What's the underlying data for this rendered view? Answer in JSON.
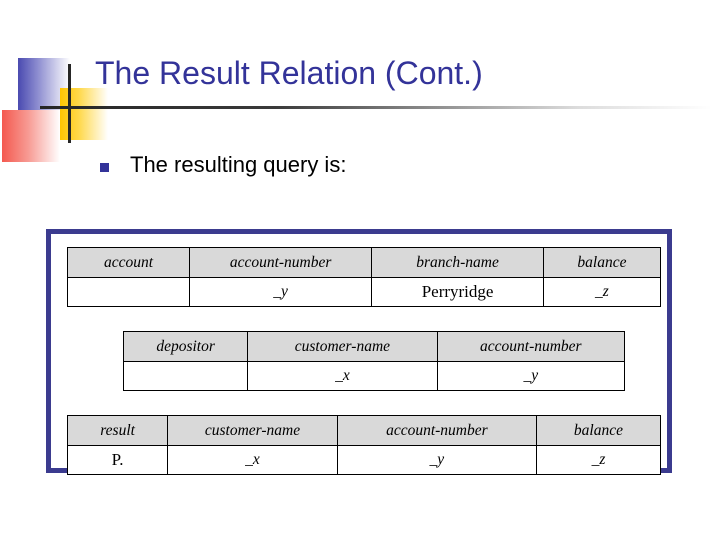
{
  "slide": {
    "title": "The Result Relation (Cont.)",
    "bullet_marker": "square-bullet",
    "bullets": [
      {
        "text": "The resulting query is:"
      }
    ],
    "accent_color": "#333399",
    "frame_color": "#3b3b8f",
    "header_fill": "#d9d9d9"
  },
  "decor": {
    "blue_square": "#4a4ab0",
    "yellow_square": "#ffc400",
    "red_square": "#f4594f",
    "rule_color": "#262626"
  },
  "qbe": {
    "tables": [
      {
        "name": "account-skeleton",
        "headers": [
          "account",
          "account-number",
          "branch-name",
          "balance"
        ],
        "values": [
          "",
          "_y",
          "Perryridge",
          "_z"
        ],
        "value_styles": [
          "italic",
          "italic",
          "upright",
          "italic"
        ]
      },
      {
        "name": "depositor-skeleton",
        "headers": [
          "depositor",
          "customer-name",
          "account-number"
        ],
        "values": [
          "",
          "_x",
          "_y"
        ],
        "value_styles": [
          "italic",
          "italic",
          "italic"
        ]
      },
      {
        "name": "result-skeleton",
        "headers": [
          "result",
          "customer-name",
          "account-number",
          "balance"
        ],
        "values": [
          "P.",
          "_x",
          "_y",
          "_z"
        ],
        "value_styles": [
          "upright",
          "italic",
          "italic",
          "italic"
        ]
      }
    ]
  }
}
